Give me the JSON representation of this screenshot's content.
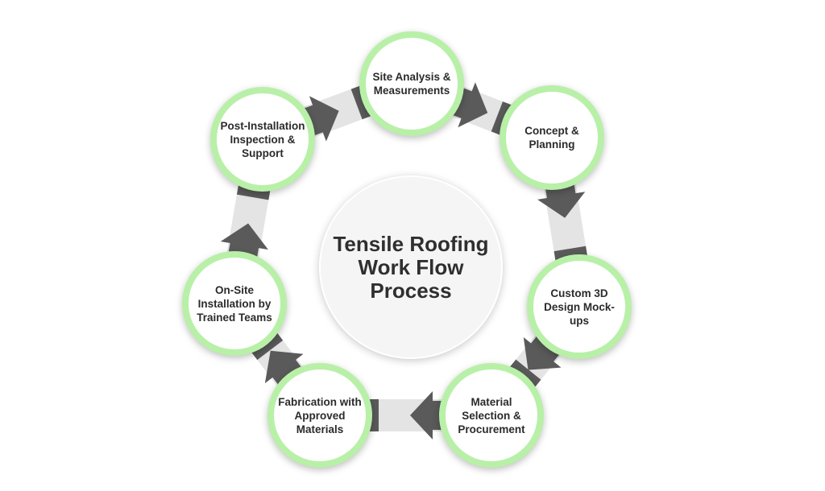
{
  "diagram": {
    "center_title": "Tensile Roofing Work Flow Process",
    "colors": {
      "node_border": "#b8f0a8",
      "connector": "#e4e4e4",
      "arrow": "#5a5a5a",
      "text": "#2b2b2b"
    },
    "steps": [
      {
        "label": "Site Analysis & Measurements"
      },
      {
        "label": "Concept & Planning"
      },
      {
        "label": "Custom 3D Design Mock-ups"
      },
      {
        "label": "Material Selection & Procurement"
      },
      {
        "label": "Fabrication with Approved Materials"
      },
      {
        "label": "On-Site Installation by Trained Teams"
      },
      {
        "label": "Post-Installation Inspection & Support"
      }
    ]
  }
}
